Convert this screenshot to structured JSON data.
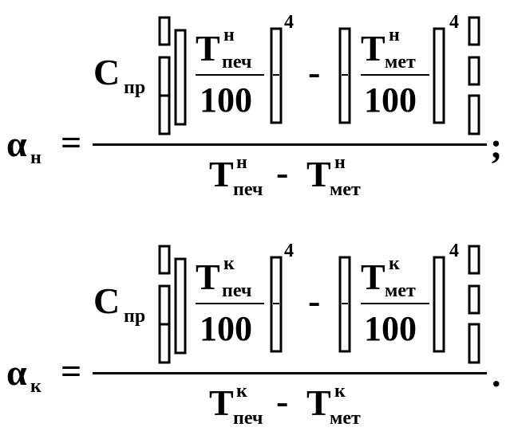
{
  "equations": [
    {
      "lhs_symbol": "α",
      "lhs_sub": "н",
      "equals": "=",
      "coef": "C",
      "coef_sub": "пр",
      "t1_base": "T",
      "t1_sup": "н",
      "t1_sub": "печ",
      "divisor1": "100",
      "power1": "4",
      "minus": "-",
      "t2_base": "T",
      "t2_sup": "н",
      "t2_sub": "мет",
      "divisor2": "100",
      "power2": "4",
      "den_t1_base": "T",
      "den_t1_sup": "н",
      "den_t1_sub": "печ",
      "den_minus": "-",
      "den_t2_base": "T",
      "den_t2_sup": "н",
      "den_t2_sub": "мет",
      "end_punct": ";"
    },
    {
      "lhs_symbol": "α",
      "lhs_sub": "к",
      "equals": "=",
      "coef": "C",
      "coef_sub": "пр",
      "t1_base": "T",
      "t1_sup": "к",
      "t1_sub": "печ",
      "divisor1": "100",
      "power1": "4",
      "minus": "-",
      "t2_base": "T",
      "t2_sup": "к",
      "t2_sub": "мет",
      "divisor2": "100",
      "power2": "4",
      "den_t1_base": "T",
      "den_t1_sup": "к",
      "den_t1_sub": "печ",
      "den_minus": "-",
      "den_t2_base": "T",
      "den_t2_sup": "к",
      "den_t2_sub": "мет",
      "end_punct": "."
    }
  ]
}
